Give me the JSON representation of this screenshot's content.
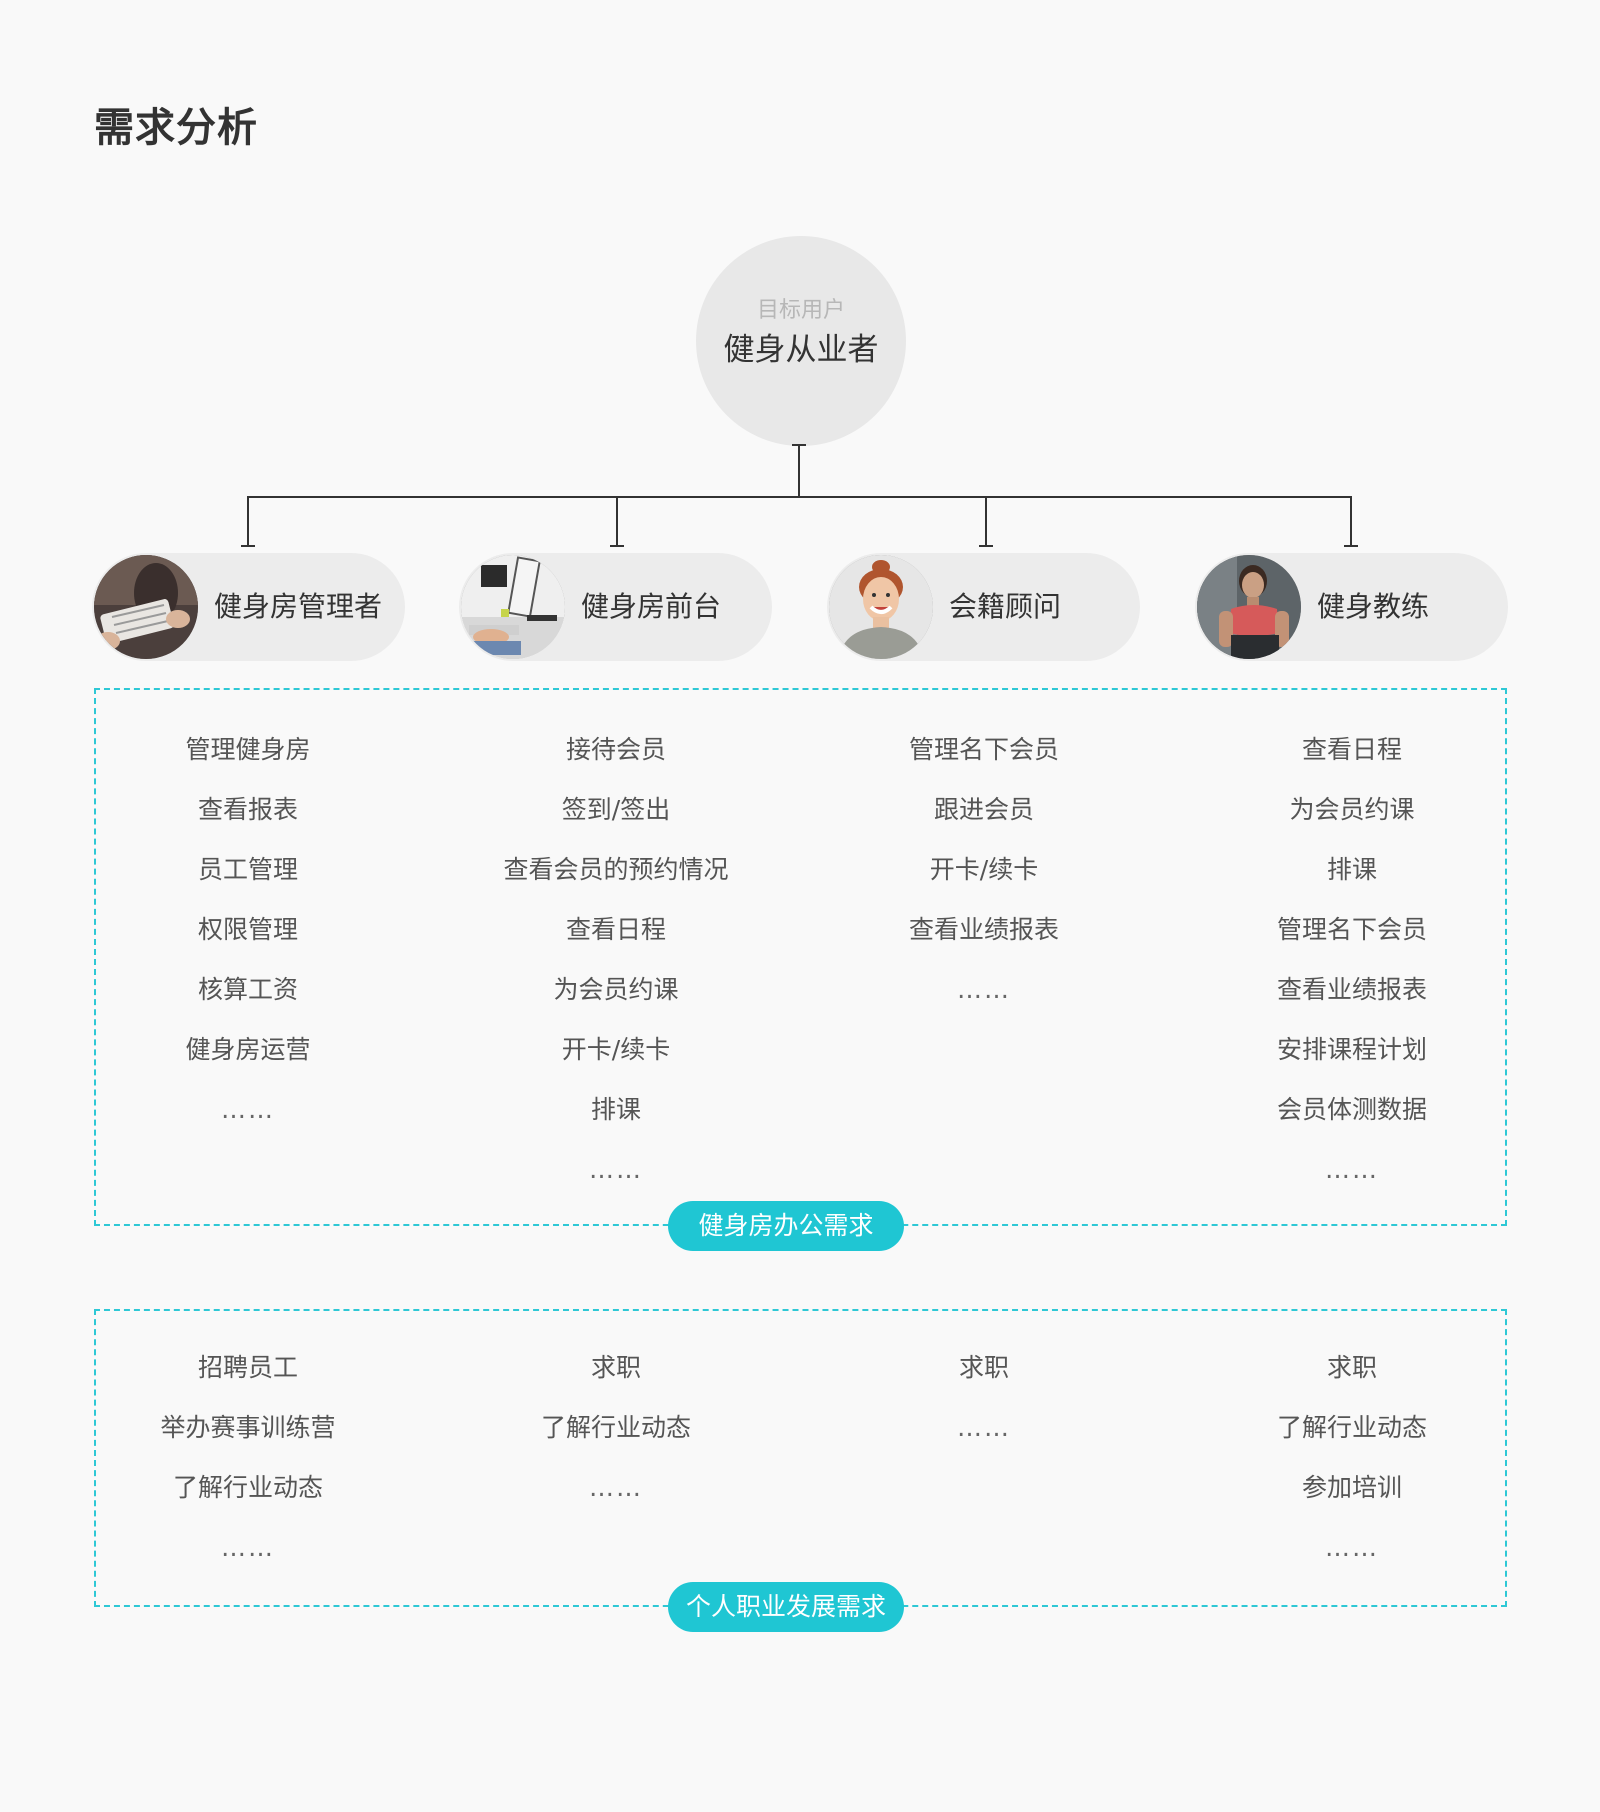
{
  "page_title": "需求分析",
  "target": {
    "subtitle": "目标用户",
    "title": "健身从业者"
  },
  "roles": [
    {
      "label": "健身房管理者",
      "avatar_icon": "person-reading-report-photo"
    },
    {
      "label": "健身房前台",
      "avatar_icon": "front-desk-computer-photo"
    },
    {
      "label": "会籍顾问",
      "avatar_icon": "smiling-woman-photo"
    },
    {
      "label": "健身教练",
      "avatar_icon": "fitness-coach-photo"
    }
  ],
  "groups": [
    {
      "label": "健身房办公需求",
      "columns": [
        [
          "管理健身房",
          "查看报表",
          "员工管理",
          "权限管理",
          "核算工资",
          "健身房运营",
          "……"
        ],
        [
          "接待会员",
          "签到/签出",
          "查看会员的预约情况",
          "查看日程",
          "为会员约课",
          "开卡/续卡",
          "排课",
          "……"
        ],
        [
          "管理名下会员",
          "跟进会员",
          "开卡/续卡",
          "查看业绩报表",
          "……"
        ],
        [
          "查看日程",
          "为会员约课",
          "排课",
          "管理名下会员",
          "查看业绩报表",
          "安排课程计划",
          "会员体测数据",
          "……"
        ]
      ]
    },
    {
      "label": "个人职业发展需求",
      "columns": [
        [
          "招聘员工",
          "举办赛事训练营",
          "了解行业动态",
          "……"
        ],
        [
          "求职",
          "了解行业动态",
          "……"
        ],
        [
          "求职",
          "……"
        ],
        [
          "求职",
          "了解行业动态",
          "参加培训",
          "……"
        ]
      ]
    }
  ],
  "colors": {
    "accent": "#1fc6d3",
    "dashed_border": "#2ec8d5",
    "background": "#f9f9f9",
    "circle": "#e8e8e8",
    "pill": "#ececec",
    "text": "#333333",
    "muted_text": "#555555"
  }
}
